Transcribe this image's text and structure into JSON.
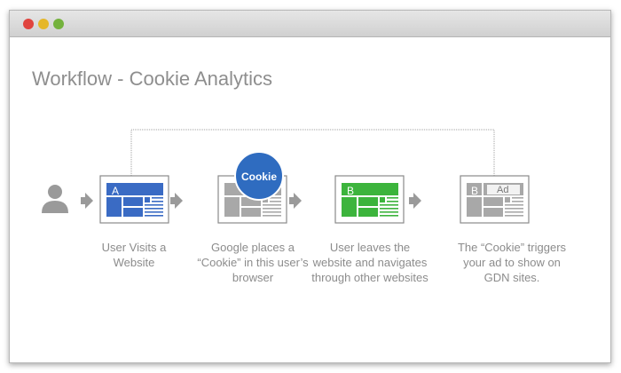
{
  "window": {
    "controls": [
      {
        "name": "close",
        "color": "#e0443e"
      },
      {
        "name": "minimize",
        "color": "#e5b729"
      },
      {
        "name": "zoom",
        "color": "#74b23d"
      }
    ]
  },
  "diagram": {
    "title": "Workflow - Cookie Analytics",
    "cookie_badge": "Cookie",
    "steps": [
      {
        "label": "User Visits a\nWebsite",
        "panel_letter": "A",
        "color": "#3a6bc4"
      },
      {
        "label": "Google places a\n“Cookie” in this user’s\nbrowser",
        "panel_letter": "",
        "color": "#a8a8a8"
      },
      {
        "label": "User leaves the\nwebsite and navigates\nthrough other websites",
        "panel_letter": "B",
        "color": "#3cb43c"
      },
      {
        "label": "The “Cookie” triggers\nyour ad to show on\nGDN sites.",
        "panel_letter": "B",
        "ad_label": "Ad",
        "color": "#a8a8a8"
      }
    ],
    "colors": {
      "user_icon": "#9a9a9a",
      "arrow": "#9a9a9a",
      "connector": "#a0a0a0",
      "cookie_badge": "#2f6cc0"
    }
  }
}
